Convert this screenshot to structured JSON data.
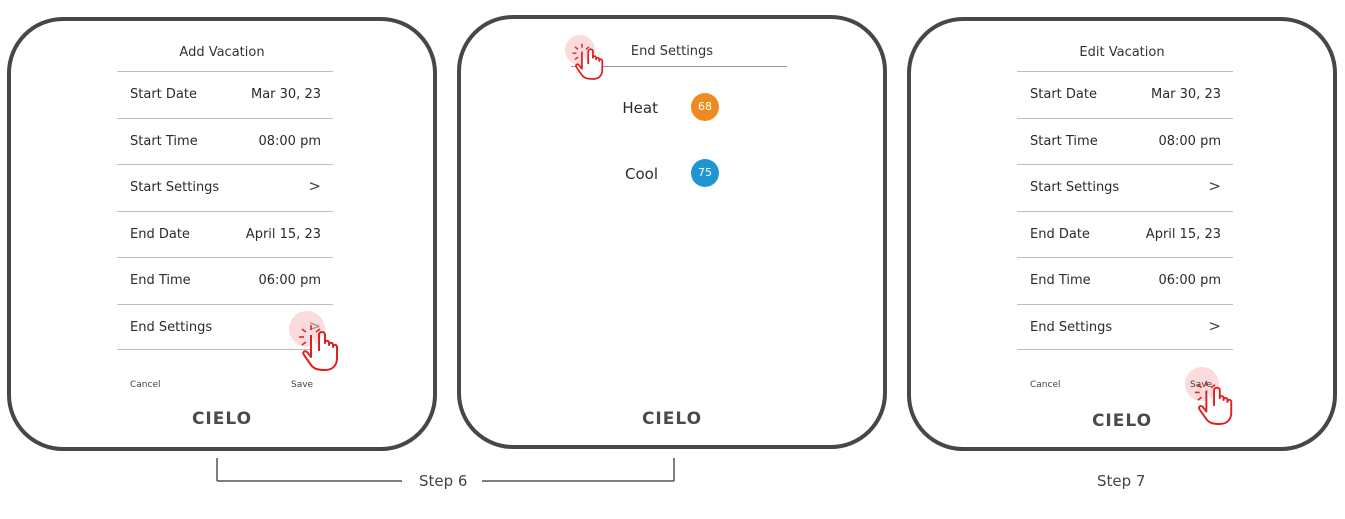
{
  "panel1": {
    "title": "Add Vacation",
    "rows": [
      {
        "label": "Start Date",
        "value": "Mar 30, 23"
      },
      {
        "label": "Start Time",
        "value": "08:00 pm"
      },
      {
        "label": "Start Settings",
        "value": ">"
      },
      {
        "label": "End Date",
        "value": "April 15, 23"
      },
      {
        "label": "End Time",
        "value": "06:00 pm"
      },
      {
        "label": "End Settings",
        "value": ">"
      }
    ],
    "cancel": "Cancel",
    "save": "Save",
    "logo": "CIELO"
  },
  "panel2": {
    "title": "End Settings",
    "heat_label": "Heat",
    "heat_value": "68",
    "cool_label": "Cool",
    "cool_value": "75",
    "logo": "CIELO"
  },
  "panel3": {
    "title": "Edit Vacation",
    "rows": [
      {
        "label": "Start Date",
        "value": "Mar 30, 23"
      },
      {
        "label": "Start Time",
        "value": "08:00 pm"
      },
      {
        "label": "Start Settings",
        "value": ">"
      },
      {
        "label": "End Date",
        "value": "April 15, 23"
      },
      {
        "label": "End Time",
        "value": "06:00 pm"
      },
      {
        "label": "End Settings",
        "value": ">"
      }
    ],
    "cancel": "Cancel",
    "save": "Save",
    "logo": "CIELO"
  },
  "steps": {
    "step6": "Step 6",
    "step7": "Step 7"
  },
  "colors": {
    "heat": "#ee8a22",
    "cool": "#1f96d3",
    "tap": "#f8bebe",
    "hand": "#e02020"
  }
}
